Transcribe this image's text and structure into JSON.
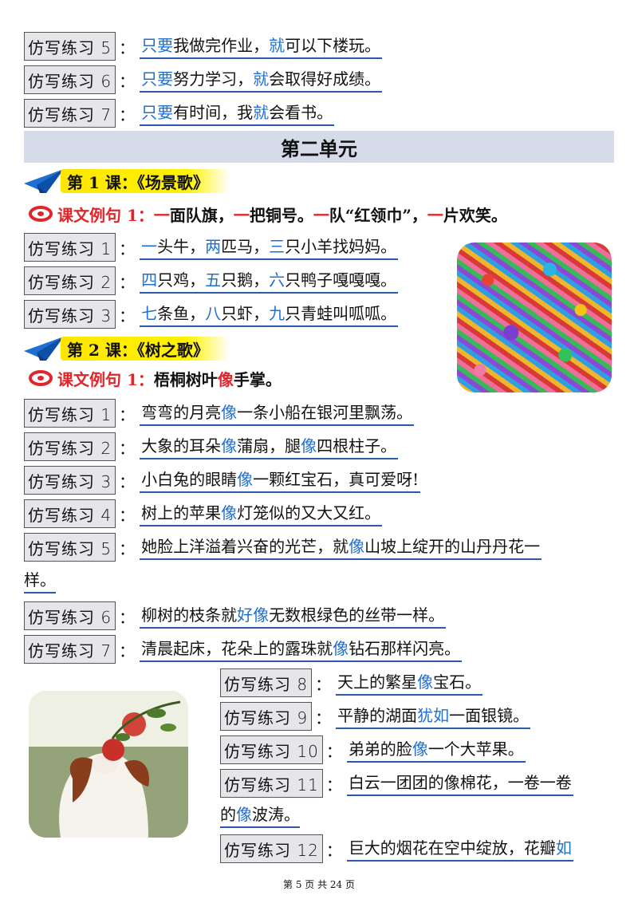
{
  "top_practice": [
    {
      "tag": "仿写练习 5",
      "segments": [
        {
          "t": "只要",
          "h": true
        },
        {
          "t": "我做完作业，",
          "h": false
        },
        {
          "t": "就",
          "h": true
        },
        {
          "t": "可以下楼玩。",
          "h": false
        }
      ]
    },
    {
      "tag": "仿写练习 6",
      "segments": [
        {
          "t": "只要",
          "h": true
        },
        {
          "t": "努力学习，",
          "h": false
        },
        {
          "t": "就",
          "h": true
        },
        {
          "t": "会取得好成绩。",
          "h": false
        }
      ]
    },
    {
      "tag": "仿写练习 7",
      "segments": [
        {
          "t": "只要",
          "h": true
        },
        {
          "t": "有时间，我",
          "h": false
        },
        {
          "t": "就",
          "h": true
        },
        {
          "t": "会看书。",
          "h": false
        }
      ]
    }
  ],
  "unit_title": "第二单元",
  "lesson1": {
    "title": "第 1 课：《场景歌》",
    "example_label": "课文例句 1：",
    "example_segments": [
      {
        "t": "一",
        "r": true
      },
      {
        "t": "面队旗，",
        "r": false
      },
      {
        "t": "一",
        "r": true
      },
      {
        "t": "把铜号。",
        "r": false
      },
      {
        "t": "一",
        "r": true
      },
      {
        "t": "队“红领巾”，",
        "r": false
      },
      {
        "t": "一",
        "r": true
      },
      {
        "t": "片欢笑。",
        "r": false
      }
    ],
    "practice": [
      {
        "tag": "仿写练习 1",
        "segments": [
          {
            "t": "一",
            "h": true
          },
          {
            "t": "头牛，",
            "h": false
          },
          {
            "t": "两",
            "h": true
          },
          {
            "t": "匹马，",
            "h": false
          },
          {
            "t": "三",
            "h": true
          },
          {
            "t": "只小羊找妈妈。",
            "h": false
          }
        ]
      },
      {
        "tag": "仿写练习 2",
        "segments": [
          {
            "t": "四",
            "h": true
          },
          {
            "t": "只鸡，",
            "h": false
          },
          {
            "t": "五",
            "h": true
          },
          {
            "t": "只鹅，",
            "h": false
          },
          {
            "t": "六",
            "h": true
          },
          {
            "t": "只鸭子嘎嘎嘎。",
            "h": false
          }
        ]
      },
      {
        "tag": "仿写练习 3",
        "segments": [
          {
            "t": "七",
            "h": true
          },
          {
            "t": "条鱼，",
            "h": false
          },
          {
            "t": "八",
            "h": true
          },
          {
            "t": "只虾，",
            "h": false
          },
          {
            "t": "九",
            "h": true
          },
          {
            "t": "只青蛙叫呱呱。",
            "h": false
          }
        ]
      }
    ]
  },
  "lesson2": {
    "title": "第 2 课：《树之歌》",
    "example_label": "课文例句 1：",
    "example_segments": [
      {
        "t": "梧桐树叶",
        "r": false
      },
      {
        "t": "像",
        "r": true
      },
      {
        "t": "手掌。",
        "r": false
      }
    ],
    "practice": [
      {
        "tag": "仿写练习 1",
        "segments": [
          {
            "t": "弯弯的月亮",
            "h": false
          },
          {
            "t": "像",
            "h": true
          },
          {
            "t": "一条小船在银河里飘荡。",
            "h": false
          }
        ]
      },
      {
        "tag": "仿写练习 2",
        "segments": [
          {
            "t": "大象的耳朵",
            "h": false
          },
          {
            "t": "像",
            "h": true
          },
          {
            "t": "蒲扇，腿",
            "h": false
          },
          {
            "t": "像",
            "h": true
          },
          {
            "t": "四根柱子。",
            "h": false
          }
        ]
      },
      {
        "tag": "仿写练习 3",
        "segments": [
          {
            "t": "小白兔的眼睛",
            "h": false
          },
          {
            "t": "像",
            "h": true
          },
          {
            "t": "一颗红宝石，真可爱呀!",
            "h": false
          }
        ]
      },
      {
        "tag": "仿写练习 4",
        "segments": [
          {
            "t": "树上的苹果",
            "h": false
          },
          {
            "t": "像",
            "h": true
          },
          {
            "t": "灯笼似的又大又红。",
            "h": false
          }
        ]
      },
      {
        "tag": "仿写练习 5",
        "segments": [
          {
            "t": "她脸上洋溢着兴奋的光芒，就",
            "h": false
          },
          {
            "t": "像",
            "h": true
          },
          {
            "t": "山坡上绽开的山丹丹花一",
            "h": false
          }
        ],
        "continuation": "样。"
      },
      {
        "tag": "仿写练习 6",
        "segments": [
          {
            "t": "柳树的枝条就",
            "h": false
          },
          {
            "t": "好像",
            "h": true
          },
          {
            "t": "无数根绿色的丝带一样。",
            "h": false
          }
        ]
      },
      {
        "tag": "仿写练习 7",
        "segments": [
          {
            "t": "清晨起床，花朵上的露珠就",
            "h": false
          },
          {
            "t": "像",
            "h": true
          },
          {
            "t": "钻石那样闪亮。",
            "h": false
          }
        ]
      },
      {
        "tag": "仿写练习 8",
        "segments": [
          {
            "t": "天上的繁星",
            "h": false
          },
          {
            "t": "像",
            "h": true
          },
          {
            "t": "宝石。",
            "h": false
          }
        ]
      },
      {
        "tag": "仿写练习 9",
        "segments": [
          {
            "t": "平静的湖面",
            "h": false
          },
          {
            "t": "犹如",
            "h": true
          },
          {
            "t": "一面银镜。",
            "h": false
          }
        ]
      },
      {
        "tag": "仿写练习 10",
        "segments": [
          {
            "t": "弟弟的脸",
            "h": false
          },
          {
            "t": "像",
            "h": true
          },
          {
            "t": "一个大苹果。",
            "h": false
          }
        ]
      },
      {
        "tag": "仿写练习 11",
        "segments": [
          {
            "t": "白云一团团的像棉花，一卷一卷",
            "h": false
          }
        ],
        "continuation_segments": [
          {
            "t": "的",
            "h": false
          },
          {
            "t": "像",
            "h": true
          },
          {
            "t": "波涛。",
            "h": false
          }
        ]
      },
      {
        "tag": "仿写练习 12",
        "segments": [
          {
            "t": "巨大的烟花在空中绽放，花瓣",
            "h": false
          },
          {
            "t": "如",
            "h": true
          }
        ]
      }
    ]
  },
  "footer": "第 5 页 共 24 页",
  "colors": {
    "highlight": "#1f6fd1",
    "example_red": "#e0262a",
    "unit_bg": "#d6dbe9",
    "lesson_yellow": "#fff200",
    "underline": "#2a57a8"
  },
  "images": {
    "colorful_letters": "colorful-letters-photo",
    "dog_apple": "dog-with-apple-photo"
  }
}
